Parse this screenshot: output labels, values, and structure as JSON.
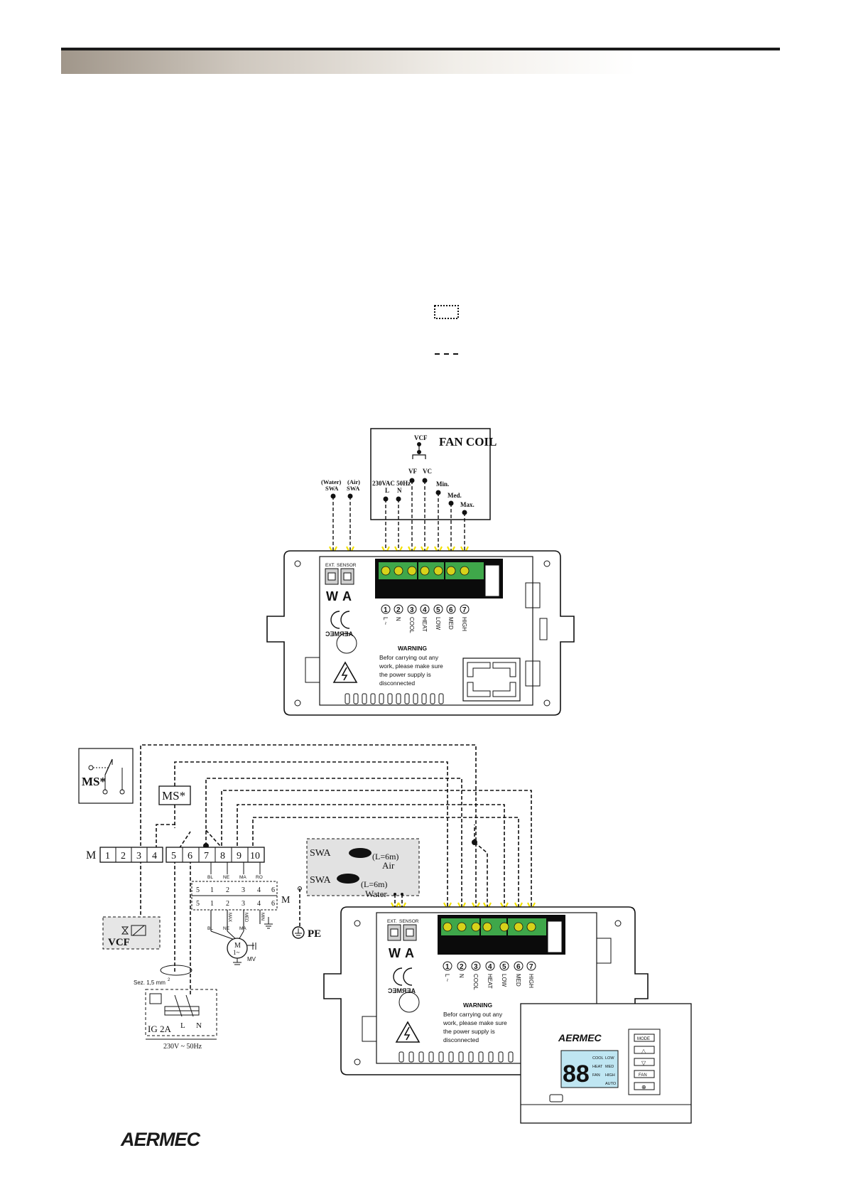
{
  "legend": {
    "dotted_box_label": "",
    "dashed_line_label": ""
  },
  "fan_coil": {
    "title": "FAN COIL",
    "vcf": "VCF",
    "vf": "VF",
    "vc": "VC",
    "power": "230VAC 50Hz",
    "l": "L",
    "n": "N",
    "min": "Min.",
    "med": "Med.",
    "max": "Max.",
    "swa_water_top": "(Water)",
    "swa_air_top": "(Air)",
    "swa": "SWA"
  },
  "thermostat": {
    "ext": "EXT.",
    "sensor": "SENSOR",
    "w": "W",
    "a": "A",
    "terminals": [
      "1",
      "2",
      "3",
      "4",
      "5",
      "6",
      "7"
    ],
    "terminal_labels": [
      "L ~",
      "N",
      "COOL",
      "HEAT",
      "LOW",
      "MED",
      "HIGH"
    ],
    "warning_title": "WARNING",
    "warning_lines": [
      "Befor carrying out any",
      "work, please make sure",
      "the power supply is",
      "disconnected"
    ],
    "brand_mirror": "AERMEC"
  },
  "schematic": {
    "ms": "MS*",
    "m": "M",
    "terminal_block": [
      "1",
      "2",
      "3",
      "4",
      "5",
      "6",
      "7",
      "8",
      "9",
      "10"
    ],
    "wire_colors_top": [
      "BL",
      "NE",
      "MA",
      "RO"
    ],
    "wire_colors_bottom": [
      "BL",
      "NE",
      "MA"
    ],
    "speed_labels": [
      "MAX",
      "MED",
      "MIN"
    ],
    "motor_contacts": [
      "5",
      "1",
      "2",
      "3",
      "4",
      "6"
    ],
    "motor": "M",
    "motor_symbol": "1~",
    "mv": "MV",
    "vcf": "VCF",
    "section": "Sez. 1,5 mm",
    "section_sup": "2",
    "ig": "IG 2A",
    "l": "L",
    "n": "N",
    "supply": "230V ~ 50Hz",
    "pe": "PE",
    "swa": "SWA",
    "swa_air_len": "(L=6m)",
    "swa_air": "Air",
    "swa_water_len": "(L=6m)",
    "swa_water": "Water"
  },
  "display_panel": {
    "brand": "AERMEC",
    "digits": "88",
    "indicators": [
      "COOL",
      "HEAT",
      "FAN",
      "LOW",
      "MED",
      "HIGH",
      "AUTO"
    ],
    "buttons": [
      "MODE",
      "△",
      "▽",
      "FAN",
      "⊕"
    ]
  },
  "footer": {
    "brand": "AERMEC"
  }
}
